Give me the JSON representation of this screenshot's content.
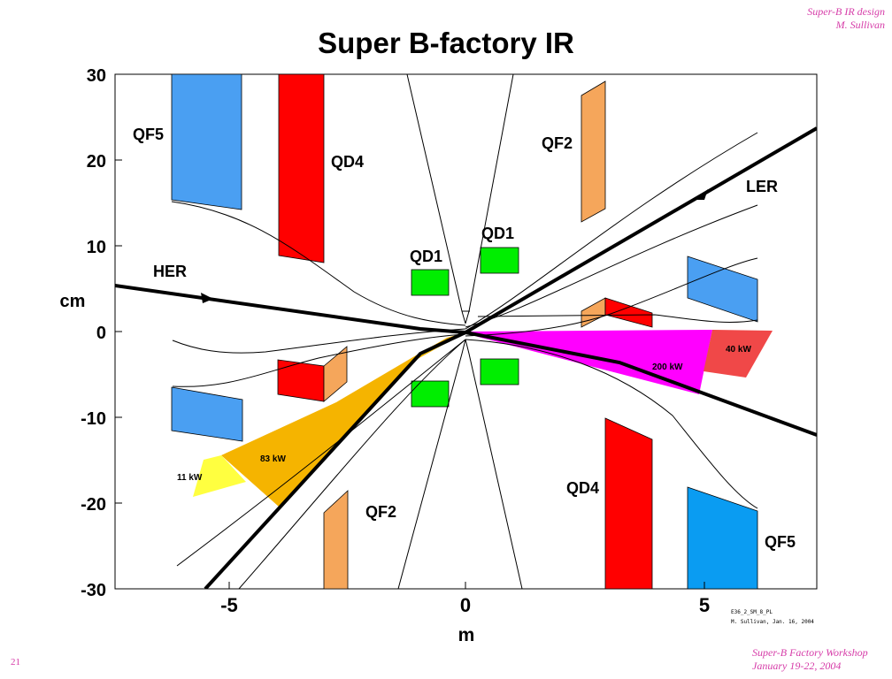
{
  "header": {
    "line1": "Super-B IR design",
    "line2": "M. Sullivan"
  },
  "footer": {
    "line1": "Super-B Factory Workshop",
    "line2": "January 19-22, 2004"
  },
  "page_number": "21",
  "title": "Super B-factory IR",
  "axes": {
    "x_label": "m",
    "y_label": "cm",
    "x_ticks": [
      "-5",
      "0",
      "5"
    ],
    "y_ticks": [
      "30",
      "20",
      "10",
      "0",
      "-10",
      "-20",
      "-30"
    ],
    "x_range": [
      -7.4,
      7.4
    ],
    "y_range": [
      -30,
      30
    ]
  },
  "stamp": {
    "line1": "E36_2_SM_8_PL",
    "line2": "M. Sullivan, Jan. 16, 2004"
  },
  "beams": {
    "her": "HER",
    "ler": "LER"
  },
  "magnets": {
    "qf5_top": "QF5",
    "qd4_top": "QD4",
    "qf2_top": "QF2",
    "qd1_left": "QD1",
    "qd1_right": "QD1",
    "qf2_bottom": "QF2",
    "qd4_bottom": "QD4",
    "qf5_bottom": "QF5"
  },
  "power": {
    "p200": "200 kW",
    "p40": "40 kW",
    "p83": "83 kW",
    "p11": "11 kW"
  },
  "colors": {
    "qf5_blue": "#4a9ff2",
    "qd_red": "#ff0000",
    "qf2_orange": "#f5a65b",
    "qd1_green": "#00ee00",
    "sr_magenta": "#ff00ff",
    "sr_red": "#f04848",
    "sr_orange": "#f5b400",
    "sr_yellow": "#ffff40"
  }
}
